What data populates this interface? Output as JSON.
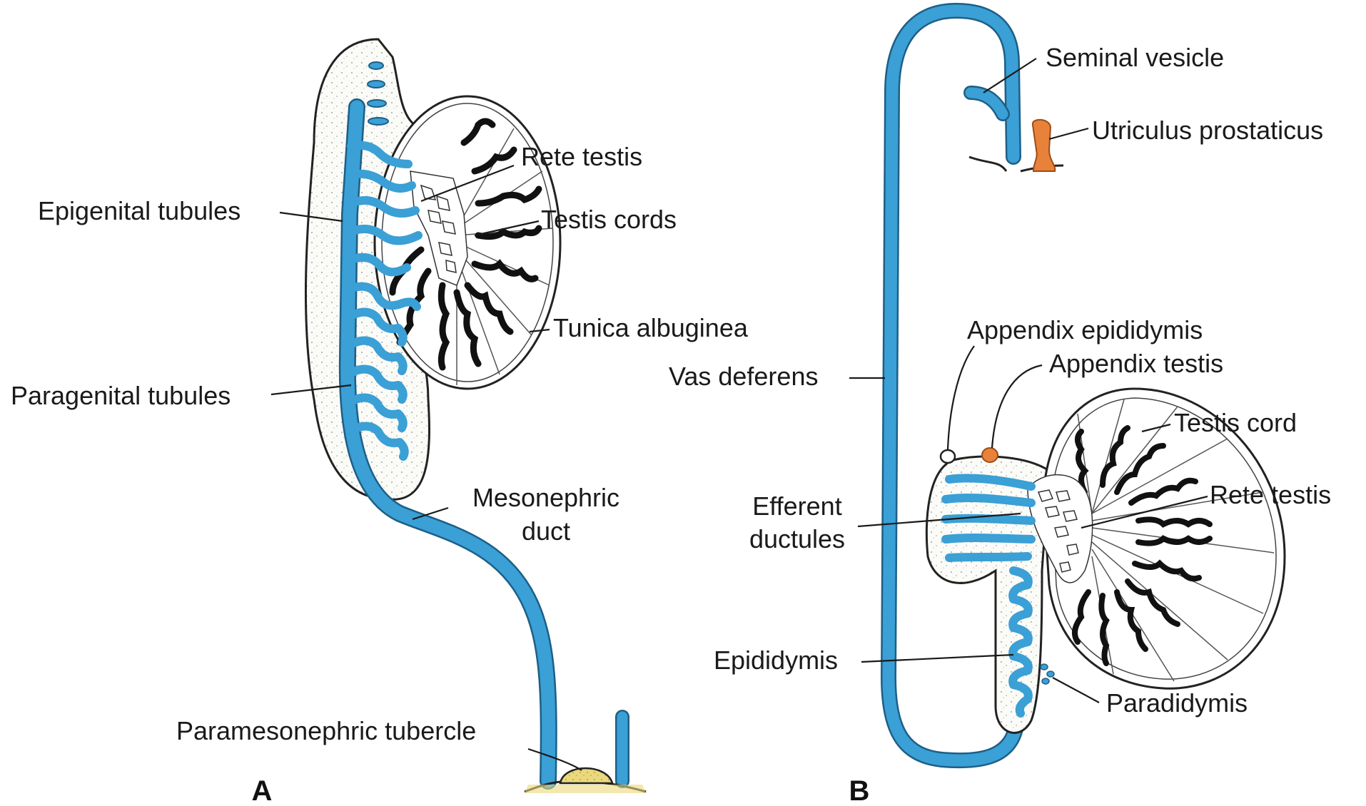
{
  "panels": {
    "a_letter": "A",
    "b_letter": "B"
  },
  "labels_a": {
    "rete_testis": "Rete testis",
    "epigenital_tubules": "Epigenital tubules",
    "testis_cords": "Testis cords",
    "tunica_albuginea": "Tunica albuginea",
    "paragenital_tubules": "Paragenital tubules",
    "mesonephric_duct_line1": "Mesonephric",
    "mesonephric_duct_line2": "duct",
    "paramesonephric_tubercle": "Paramesonephric tubercle"
  },
  "labels_b": {
    "seminal_vesicle": "Seminal vesicle",
    "utriculus_prostaticus": "Utriculus prostaticus",
    "appendix_epididymis": "Appendix epididymis",
    "appendix_testis": "Appendix testis",
    "vas_deferens": "Vas deferens",
    "testis_cord": "Testis cord",
    "efferent_ductules_line1": "Efferent",
    "efferent_ductules_line2": "ductules",
    "rete_testis": "Rete testis",
    "epididymis": "Epididymis",
    "paradidymis": "Paradidymis"
  },
  "colors": {
    "duct_blue": "#3aa0d6",
    "duct_outline": "#1d5f86",
    "utricle_orange": "#e8823a",
    "tubercle_yellow": "#e9d57a",
    "cord_black": "#111111",
    "tissue_fill": "#f6f6f2"
  }
}
